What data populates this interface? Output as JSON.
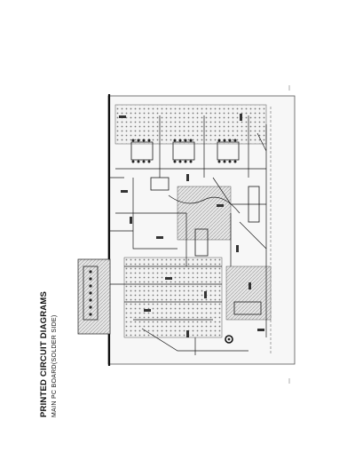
{
  "page": {
    "title": "PRINTED CIRCUIT DIAGRAMS",
    "subtitle": "MAIN PC BOARD(SOLDER SIDE)"
  },
  "diagram": {
    "type": "printed-circuit-board",
    "orientation": "rotated-90",
    "colors": {
      "trace": "#1a1a1a",
      "pad": "#222222",
      "background": "#ffffff",
      "edge": "#444444"
    }
  }
}
